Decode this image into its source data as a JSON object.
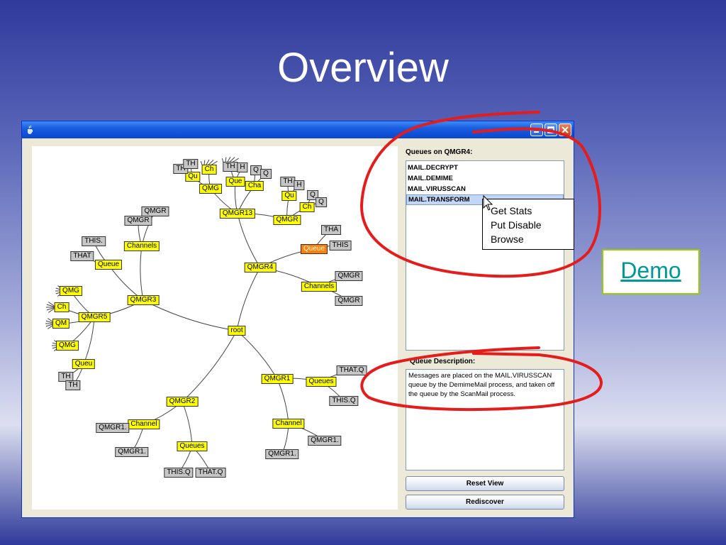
{
  "slide": {
    "title": "Overview"
  },
  "demo": {
    "label": "Demo"
  },
  "colors": {
    "node_yellow": "#ffff00",
    "node_gray": "#c6c6c6",
    "node_selected": "#ff8000",
    "annotation_red": "#e51c1c",
    "demo_border": "#99cc00",
    "demo_link": "#009999"
  },
  "window": {
    "icon": "java-cup-icon",
    "controls": [
      "minimize-icon",
      "maximize-icon",
      "close-icon"
    ]
  },
  "tree": {
    "nodes": [
      {
        "label": "root",
        "style": "y"
      },
      {
        "label": "QMGR4",
        "style": "y"
      },
      {
        "label": "QMGR13",
        "style": "y"
      },
      {
        "label": "QMGR",
        "style": "y"
      },
      {
        "label": "Queue",
        "style": "o"
      },
      {
        "label": "THA",
        "style": "g"
      },
      {
        "label": "THIS",
        "style": "g"
      },
      {
        "label": "Channels",
        "style": "y"
      },
      {
        "label": "QMGR",
        "style": "g"
      },
      {
        "label": "QMGR",
        "style": "g"
      },
      {
        "label": "QMGR3",
        "style": "y"
      },
      {
        "label": "Channels",
        "style": "y"
      },
      {
        "label": "QMGR",
        "style": "g"
      },
      {
        "label": "QMGR",
        "style": "g"
      },
      {
        "label": "Queue",
        "style": "y"
      },
      {
        "label": "THIS.",
        "style": "g"
      },
      {
        "label": "THAT",
        "style": "g"
      },
      {
        "label": "QMGR5",
        "style": "y"
      },
      {
        "label": "QMG",
        "style": "y"
      },
      {
        "label": "Ch",
        "style": "y"
      },
      {
        "label": "QM",
        "style": "y"
      },
      {
        "label": "QMG",
        "style": "y"
      },
      {
        "label": "Queu",
        "style": "y"
      },
      {
        "label": "TH",
        "style": "g"
      },
      {
        "label": "TH",
        "style": "g"
      },
      {
        "label": "QMGR1",
        "style": "y"
      },
      {
        "label": "Queues",
        "style": "y"
      },
      {
        "label": "THAT.Q",
        "style": "g"
      },
      {
        "label": "THIS.Q",
        "style": "g"
      },
      {
        "label": "Channel",
        "style": "y"
      },
      {
        "label": "QMGR1.",
        "style": "g"
      },
      {
        "label": "QMGR1.",
        "style": "g"
      },
      {
        "label": "QMGR2",
        "style": "y"
      },
      {
        "label": "Channel",
        "style": "y"
      },
      {
        "label": "QMGR1.",
        "style": "g"
      },
      {
        "label": "QMGR1.",
        "style": "g"
      },
      {
        "label": "Queues",
        "style": "y"
      },
      {
        "label": "THIS.Q",
        "style": "g"
      },
      {
        "label": "THAT.Q",
        "style": "g"
      },
      {
        "label": "QMG",
        "style": "y"
      },
      {
        "label": "Ch",
        "style": "y"
      },
      {
        "label": "Qu",
        "style": "y"
      },
      {
        "label": "TH",
        "style": "g"
      },
      {
        "label": "TH",
        "style": "g"
      },
      {
        "label": "Que",
        "style": "y"
      },
      {
        "label": "Cha",
        "style": "y"
      },
      {
        "label": "TH",
        "style": "g"
      },
      {
        "label": "H",
        "style": "g"
      },
      {
        "label": "Q",
        "style": "g"
      },
      {
        "label": "Q",
        "style": "g"
      },
      {
        "label": "Qu",
        "style": "y"
      },
      {
        "label": "Ch",
        "style": "y"
      },
      {
        "label": "TH",
        "style": "g"
      },
      {
        "label": "H",
        "style": "g"
      },
      {
        "label": "Q",
        "style": "g"
      },
      {
        "label": "Q",
        "style": "g"
      }
    ]
  },
  "queues_panel": {
    "label": "Queues on QMGR4:",
    "items": [
      "MAIL.DECRYPT",
      "MAIL.DEMIME",
      "MAIL.VIRUSSCAN",
      "MAIL.TRANSFORM"
    ],
    "selected": "MAIL.TRANSFORM"
  },
  "context_menu": {
    "items": [
      "Get Stats",
      "Put Disable",
      "Browse"
    ]
  },
  "description_panel": {
    "label": "Queue Description:",
    "text": "Messages are placed on the MAIL.VIRUSSCAN queue by the DemimeMail process, and taken off the queue by the ScanMail process."
  },
  "buttons": {
    "reset": "Reset View",
    "rediscover": "Rediscover"
  }
}
